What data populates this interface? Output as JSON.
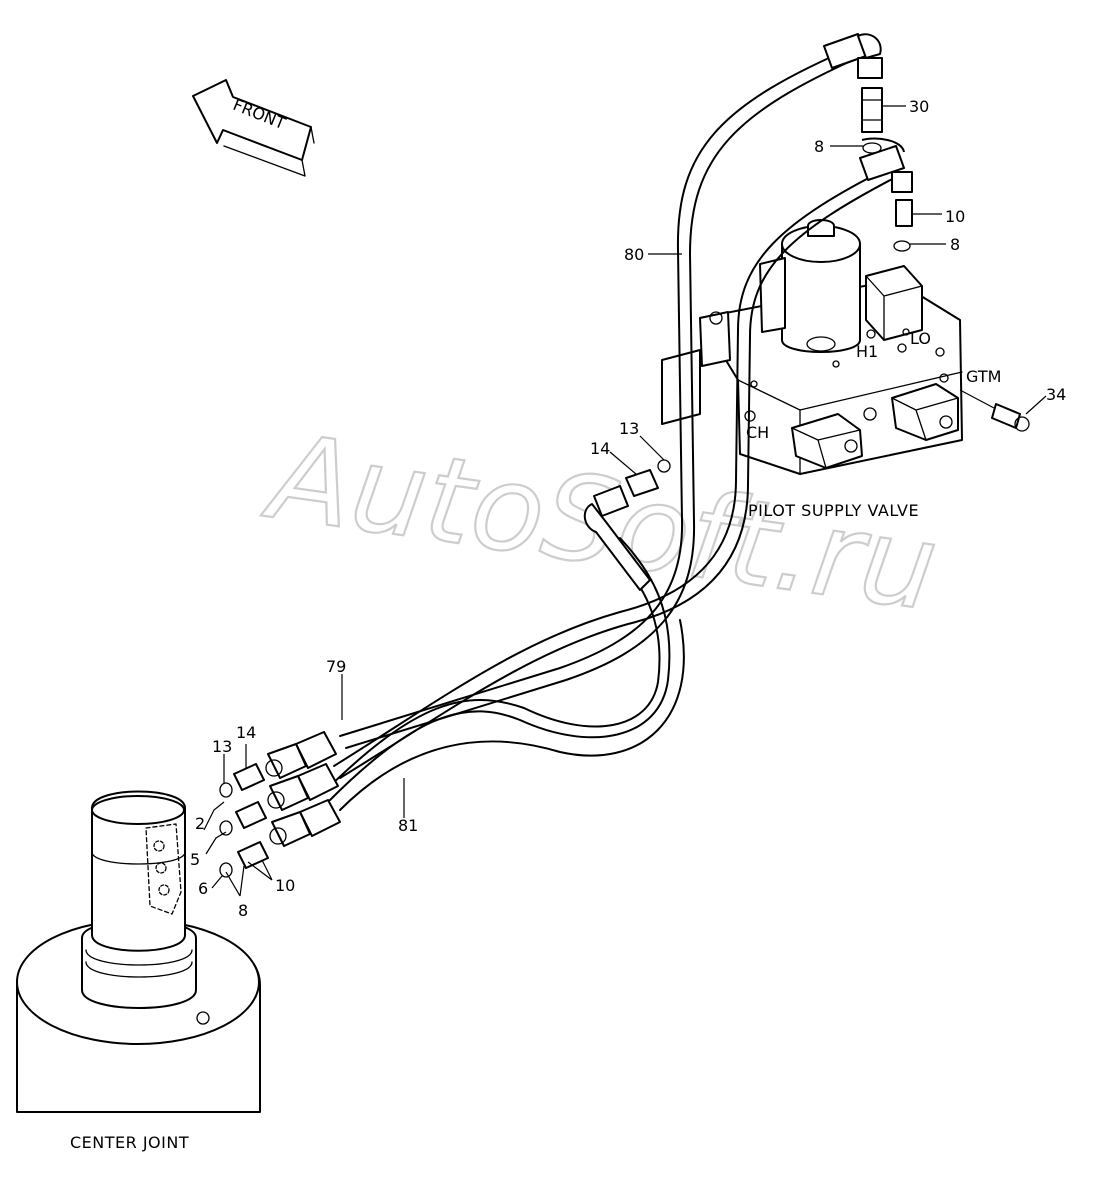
{
  "diagram": {
    "captions": {
      "center_joint": "CENTER JOINT",
      "pilot_supply_valve": "PILOT SUPPLY VALVE",
      "front": "FRONT"
    },
    "ports": {
      "h1": "H1",
      "lo": "LO",
      "gtm": "GTM",
      "ch": "CH"
    },
    "part_numbers": {
      "p30": "30",
      "p8_top": "8",
      "p10_top": "10",
      "p8_mid": "8",
      "p80": "80",
      "p34": "34",
      "p13_valve": "13",
      "p14_valve": "14",
      "p79": "79",
      "p14_joint": "14",
      "p13_joint": "13",
      "p2": "2",
      "p5": "5",
      "p6": "6",
      "p8_joint": "8",
      "p10_joint": "10",
      "p81": "81"
    },
    "watermark": "AutoSoft.ru"
  }
}
